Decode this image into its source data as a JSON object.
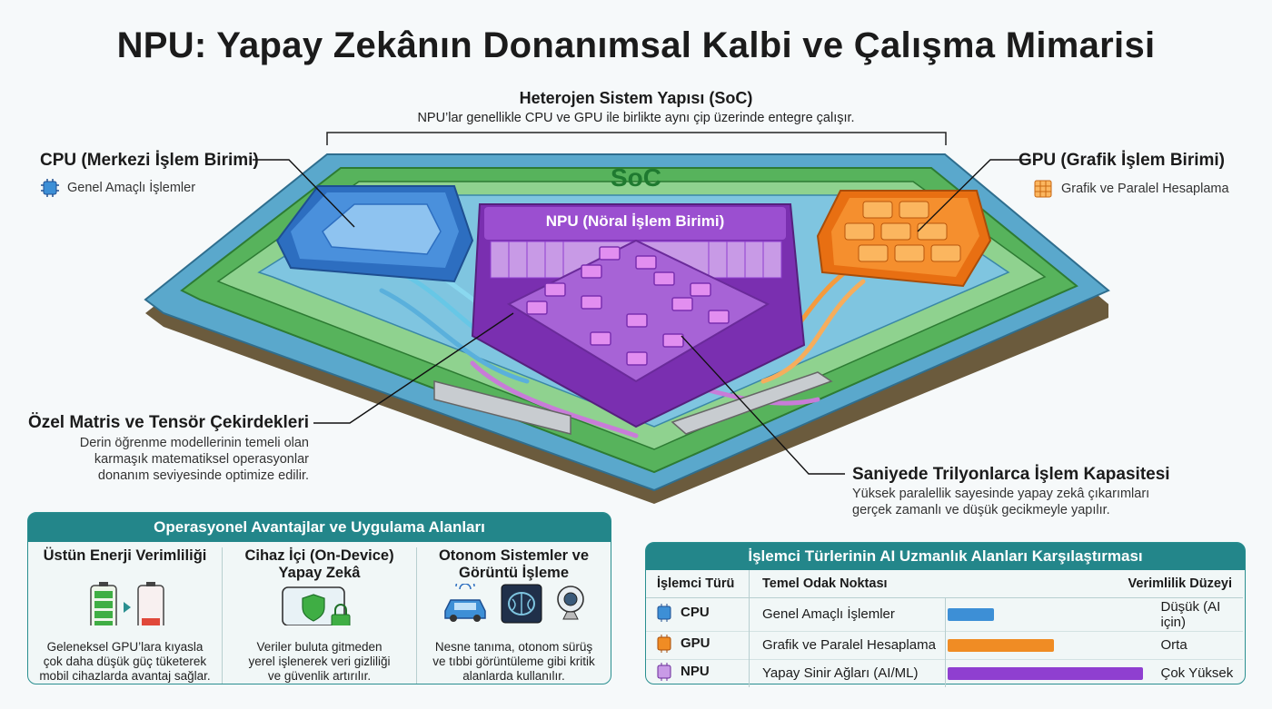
{
  "title": "NPU: Yapay Zekânın Donanımsal Kalbi ve Çalışma Mimarisi",
  "soc": {
    "heading": "Heterojen Sistem Yapısı (SoC)",
    "description": "NPU’lar genellikle CPU ve GPU ile birlikte aynı çip üzerinde entegre çalışır.",
    "chip_label": "SoC"
  },
  "cpu": {
    "label": "CPU (Merkezi İşlem Birimi)",
    "desc": "Genel Amaçlı İşlemler",
    "icon": "cpu-chip-icon"
  },
  "gpu": {
    "label": "GPU (Grafik İşlem Birimi)",
    "desc": "Grafik ve Paralel Hesaplama",
    "icon": "gpu-chip-icon"
  },
  "npu": {
    "label": "NPU (Nöral İşlem Birimi)"
  },
  "matrix": {
    "label": "Özel Matris ve Tensör Çekirdekleri",
    "lines": [
      "Derin öğrenme modellerinin temeli olan",
      "karmaşık matematiksel operasyonlar",
      "donanım seviyesinde optimize edilir."
    ]
  },
  "capacity": {
    "label": "Saniyede Trilyonlarca İşlem Kapasitesi",
    "lines": [
      "Yüksek paralellik sayesinde yapay zekâ çıkarımları",
      "gerçek zamanlı ve düşük gecikmeyle yapılır."
    ]
  },
  "advantages": {
    "heading": "Operasyonel Avantajlar ve Uygulama Alanları",
    "cols": [
      {
        "title": [
          "Üstün Enerji Verimliliği"
        ],
        "text": [
          "Geleneksel GPU’lara kıyasla",
          "çok daha düşük güç tüketerek",
          "mobil cihazlarda avantaj sağlar."
        ]
      },
      {
        "title": [
          "Cihaz İçi (On-Device)",
          "Yapay Zekâ"
        ],
        "text": [
          "Veriler buluta gitmeden",
          "yerel işlenerek veri gizliliği",
          "ve güvenlik artırılır."
        ]
      },
      {
        "title": [
          "Otonom Sistemler ve",
          "Görüntü İşleme"
        ],
        "text": [
          "Nesne tanıma, otonom sürüş",
          "ve tıbbi görüntüleme gibi kritik",
          "alanlarda kullanılır."
        ]
      }
    ]
  },
  "comparison": {
    "heading": "İşlemci Türlerinin AI Uzmanlık Alanları Karşılaştırması",
    "headers": [
      "İşlemci Türü",
      "Temel Odak Noktası",
      "Verimlilik Düzeyi"
    ],
    "rows": [
      {
        "name": "CPU",
        "focus": "Genel Amaçlı İşlemler",
        "level": "Düşük (AI için)",
        "fill": 0.23,
        "color": "#3d8fd6"
      },
      {
        "name": "GPU",
        "focus": "Grafik ve Paralel Hesaplama",
        "level": "Orta",
        "fill": 0.53,
        "color": "#f08c24"
      },
      {
        "name": "NPU",
        "focus": "Yapay Sinir Ağları (AI/ML)",
        "level": "Çok Yüksek",
        "fill": 0.97,
        "color": "#8f3fd0"
      }
    ]
  },
  "colors": {
    "soc_green": "#3aa84a",
    "cpu_blue": "#3d8fd6",
    "gpu_orange": "#f08c24",
    "npu_purple": "#8f3fd0",
    "teal": "#23868a"
  }
}
